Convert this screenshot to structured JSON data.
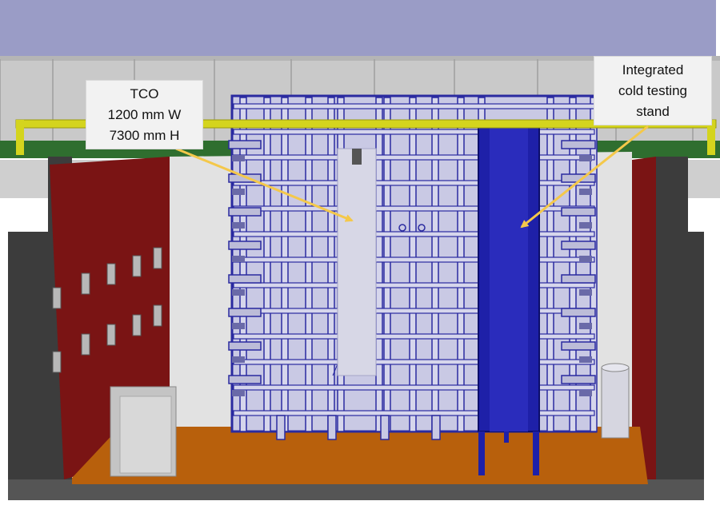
{
  "callouts": {
    "tco": {
      "lines": [
        "TCO",
        "1200 mm W",
        "7300 mm H"
      ]
    },
    "stand": {
      "lines": [
        "Integrated",
        "cold testing",
        "stand"
      ]
    }
  },
  "colors": {
    "ceiling": "#9a9cc6",
    "wall_gray": "#c8c8c8",
    "pit_dark": "#3a3a3a",
    "panel_red": "#7a1414",
    "floor_orange": "#b8600c",
    "frame_blue": "#2a2aa0",
    "frame_light": "#c8c8e6",
    "stand_blue": "#1e20a8",
    "rail_yellow": "#d4d41e",
    "ledge_green": "#2f6e2f",
    "arrow": "#f4c84a"
  }
}
